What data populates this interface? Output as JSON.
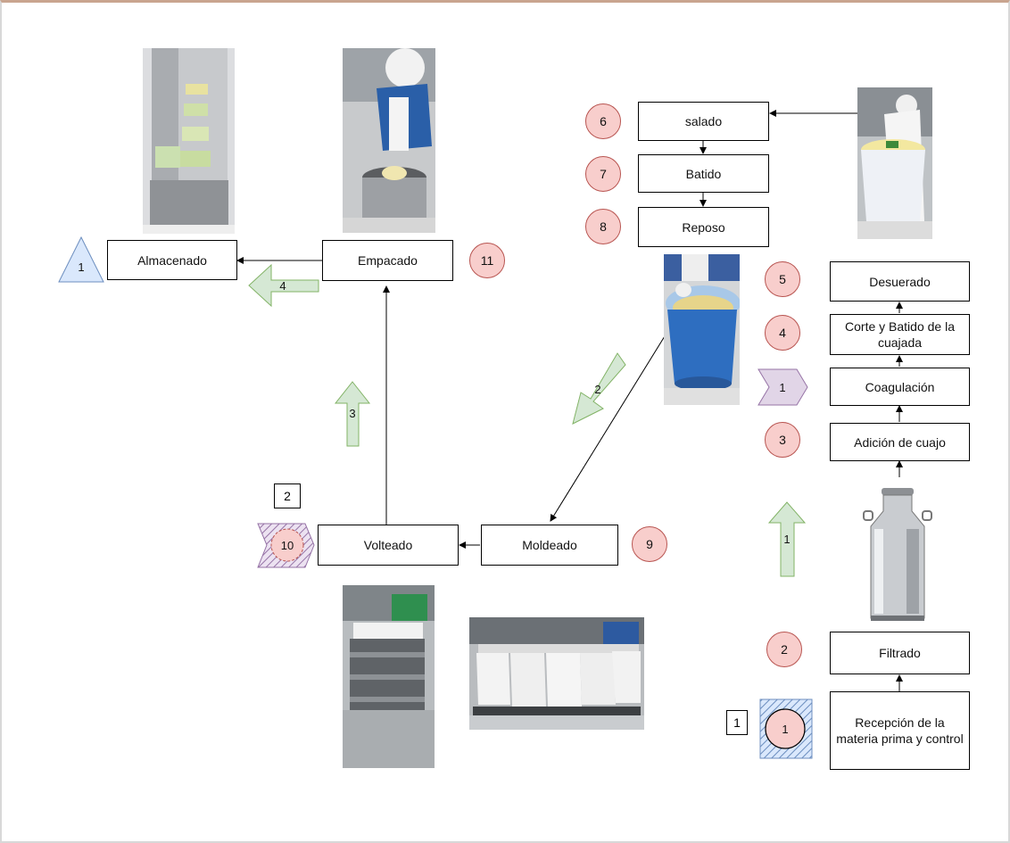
{
  "steps": {
    "salado": "salado",
    "batido": "Batido",
    "reposo": "Reposo",
    "desuerado": "Desuerado",
    "corte": "Corte y Batido de la cuajada",
    "coagulacion": "Coagulación",
    "adicion": "Adición de cuajo",
    "filtrado": "Filtrado",
    "recepcion": "Recepción de la materia prima y control",
    "moldeado": "Moldeado",
    "volteado": "Volteado",
    "empacado": "Empacado",
    "almacenado": "Almacenado"
  },
  "operation_numbers": {
    "salado": "6",
    "batido": "7",
    "reposo": "8",
    "desuerado": "5",
    "corte": "4",
    "adicion": "3",
    "filtrado": "2",
    "recepcion": "1",
    "moldeado": "9",
    "volteado": "10",
    "empacado": "11"
  },
  "inspection_number": "1",
  "delay_number": "1",
  "storage_number": "1",
  "tags": {
    "recepcion": "1",
    "volteado": "2"
  },
  "transport_numbers": {
    "t1": "1",
    "t2": "2",
    "t3": "3",
    "t4": "4"
  },
  "colors": {
    "operation_fill": "#f8cecc",
    "operation_stroke": "#b85450",
    "transport_fill": "#d5e8d4",
    "transport_stroke": "#82b366",
    "delay_fill": "#e1d5e7",
    "delay_stroke": "#9673a6",
    "storage_fill": "#dae8fc",
    "storage_stroke": "#6c8ebf"
  },
  "icons": [
    "arrow-icon",
    "inspection-square-icon",
    "delay-icon",
    "storage-triangle-icon"
  ]
}
